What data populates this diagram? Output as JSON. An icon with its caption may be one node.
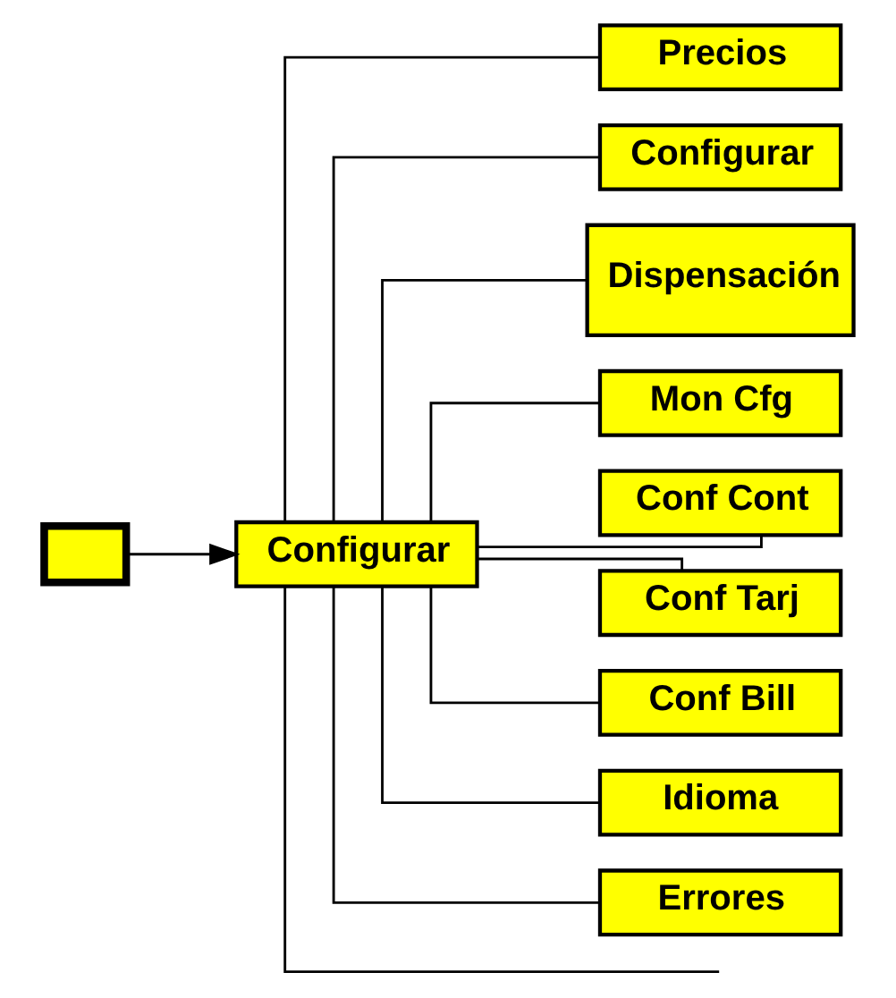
{
  "diagram": {
    "nodes": [
      {
        "text": [],
        "shape": "box"
      },
      {
        "text": [
          "Configurar"
        ]
      },
      {
        "text": [
          "Precios"
        ]
      },
      {
        "text": [
          "Configurar"
        ]
      },
      {
        "text": [
          "Dispensación"
        ]
      },
      {
        "text": [
          "Mon Cfg"
        ]
      },
      {
        "text": [
          "Conf Cont"
        ]
      },
      {
        "text": [
          "Conf Tarj"
        ]
      },
      {
        "text": [
          "Conf Bill"
        ]
      },
      {
        "text": [
          "Idioma"
        ]
      },
      {
        "text": [
          "Errores"
        ]
      }
    ],
    "edges": [
      {
        "from": 0,
        "to": 1,
        "arrow": "to"
      },
      {
        "from": 1,
        "to": null,
        "arrow": "none"
      },
      {
        "from": 1,
        "to": 2,
        "arrow": "none"
      },
      {
        "from": 1,
        "to": 3,
        "arrow": "none"
      },
      {
        "from": 1,
        "to": 4,
        "arrow": "none"
      },
      {
        "from": 1,
        "to": 5,
        "arrow": "none"
      },
      {
        "from": 1,
        "to": 6,
        "arrow": "none"
      },
      {
        "from": 1,
        "to": 7,
        "arrow": "none"
      },
      {
        "from": 1,
        "to": 8,
        "arrow": "none"
      },
      {
        "from": 1,
        "to": 9,
        "arrow": "none"
      },
      {
        "from": 1,
        "to": 10,
        "arrow": "none"
      }
    ]
  }
}
